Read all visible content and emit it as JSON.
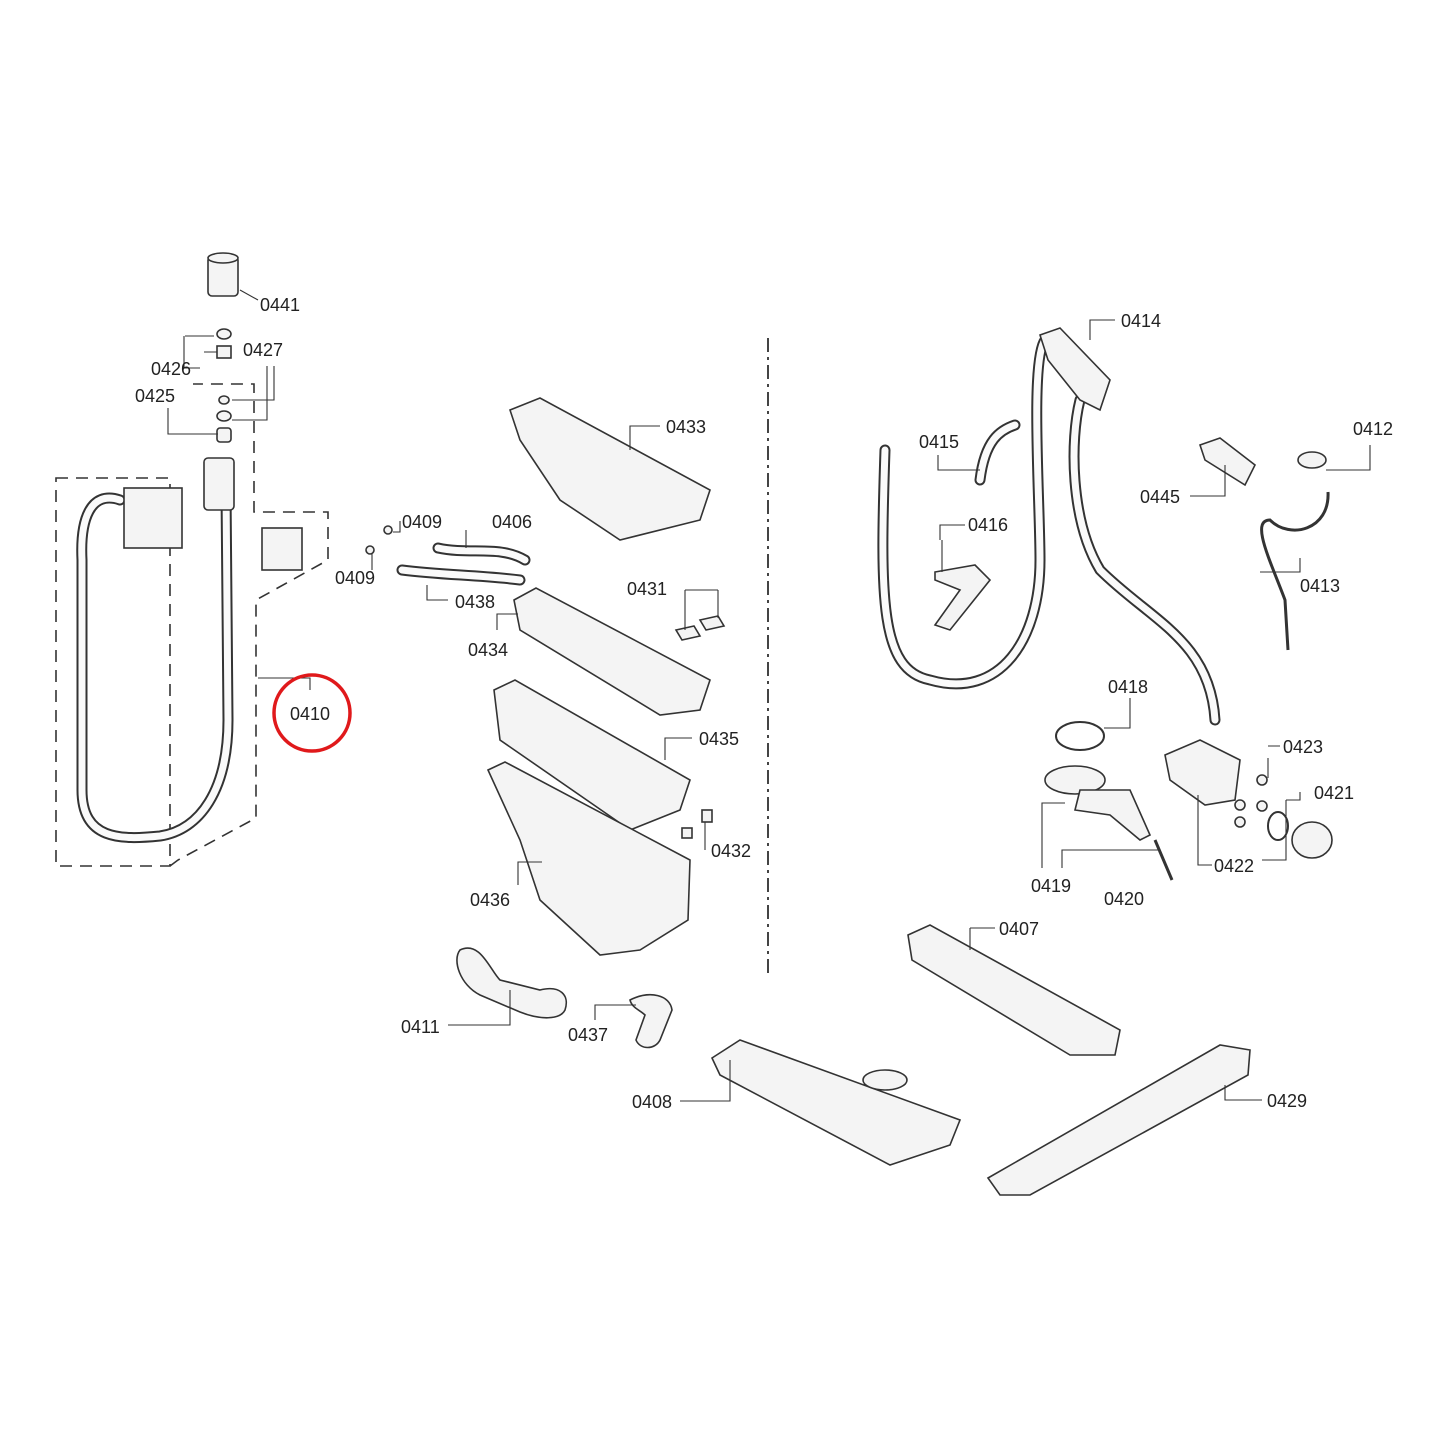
{
  "diagram": {
    "highlight_color": "#e0191b",
    "highlighted_part": "0410",
    "labels": {
      "p0441": "0441",
      "p0426": "0426",
      "p0427": "0427",
      "p0425": "0425",
      "p0409a": "0409",
      "p0406": "0406",
      "p0409b": "0409",
      "p0438": "0438",
      "p0433": "0433",
      "p0431": "0431",
      "p0434": "0434",
      "p0410": "0410",
      "p0435": "0435",
      "p0432": "0432",
      "p0436": "0436",
      "p0411": "0411",
      "p0437": "0437",
      "p0408": "0408",
      "p0414": "0414",
      "p0415": "0415",
      "p0412": "0412",
      "p0445": "0445",
      "p0416": "0416",
      "p0413": "0413",
      "p0418": "0418",
      "p0423": "0423",
      "p0421": "0421",
      "p0419": "0419",
      "p0420": "0420",
      "p0422": "0422",
      "p0407": "0407",
      "p0429": "0429"
    }
  }
}
